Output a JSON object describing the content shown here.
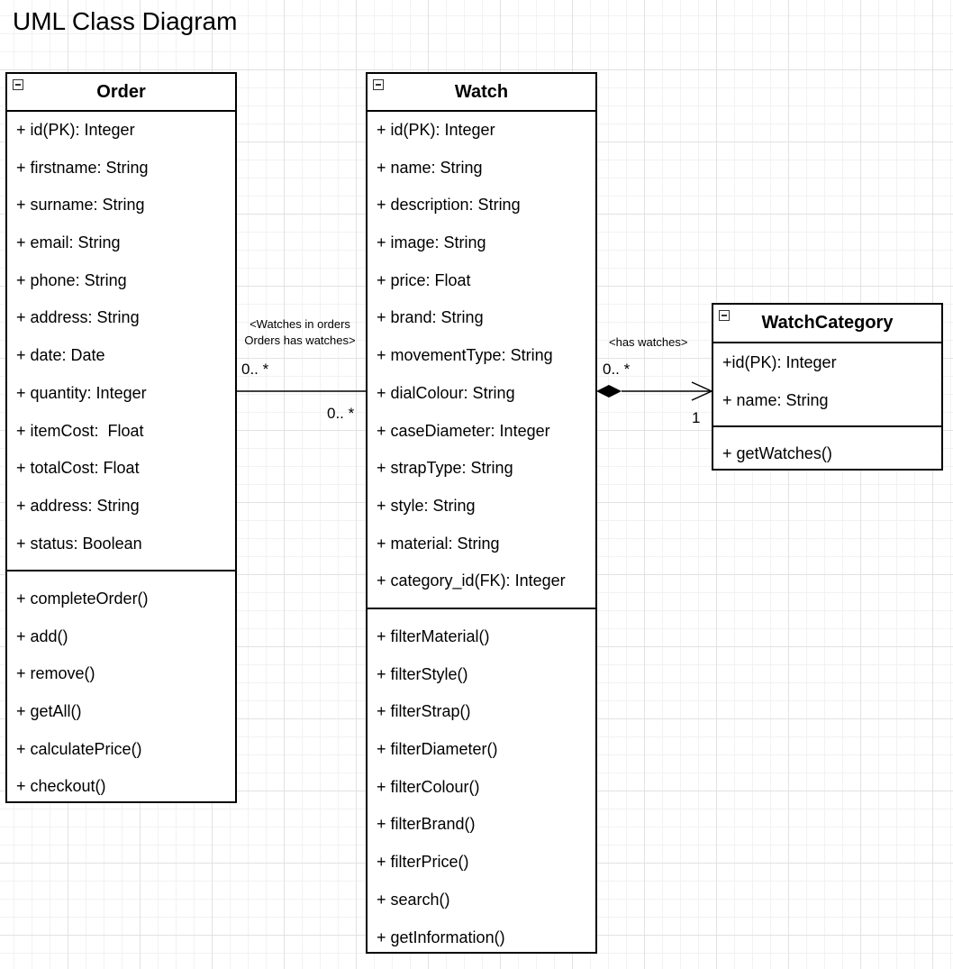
{
  "title": "UML Class Diagram",
  "classes": {
    "order": {
      "name": "Order",
      "attributes": [
        "+ id(PK): Integer",
        "+ firstname: String",
        "+ surname: String",
        "+ email: String",
        "+ phone: String",
        "+ address: String",
        "+ date: Date",
        "+ quantity: Integer",
        "+ itemCost:  Float",
        "+ totalCost: Float",
        "+ address: String",
        "+ status: Boolean"
      ],
      "methods": [
        "+ completeOrder()",
        "+ add()",
        "+ remove()",
        "+ getAll()",
        "+ calculatePrice()",
        "+ checkout()"
      ]
    },
    "watch": {
      "name": "Watch",
      "attributes": [
        "+ id(PK): Integer",
        "+ name: String",
        "+ description: String",
        "+ image: String",
        "+ price: Float",
        "+ brand: String",
        "+ movementType: String",
        "+ dialColour: String",
        "+ caseDiameter: Integer",
        "+ strapType: String",
        "+ style: String",
        "+ material: String",
        "+ category_id(FK): Integer"
      ],
      "methods": [
        "+ filterMaterial()",
        "+ filterStyle()",
        "+ filterStrap()",
        "+ filterDiameter()",
        "+ filterColour()",
        "+ filterBrand()",
        "+ filterPrice()",
        "+ search()",
        "+ getInformation()"
      ]
    },
    "category": {
      "name": "WatchCategory",
      "attributes": [
        "+id(PK): Integer",
        "+ name: String"
      ],
      "methods": [
        "+ getWatches()"
      ]
    }
  },
  "relations": {
    "order_watch": {
      "label_line1": "<Watches in orders",
      "label_line2": "Orders has watches>",
      "mult_order": "0.. *",
      "mult_watch": "0.. *"
    },
    "watch_category": {
      "label": "<has watches>",
      "mult_watch": "0.. *",
      "mult_category": "1"
    }
  }
}
